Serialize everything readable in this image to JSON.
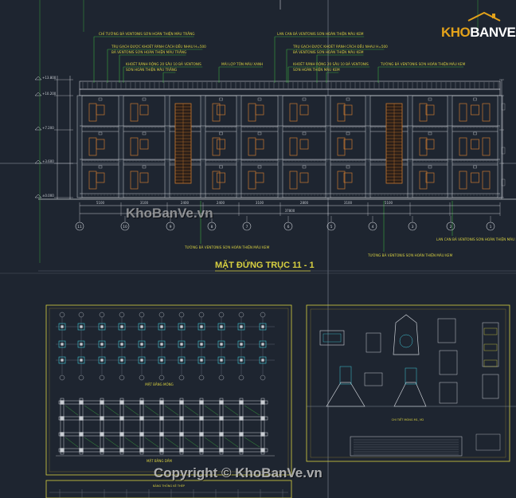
{
  "drawing": {
    "title": "MẶT ĐỨNG TRỤC 11 - 1",
    "annotations_top": [
      "CHỈ TƯỜNG BẢ VENTONIS SƠN HOÀN THIỆN MÀU TRẮNG",
      "TRỤ GẠCH ĐƯỢC KHOÉT RÃNH CÁCH ĐỀU NHAU H=500",
      "BẢ VENTONIS SƠN HOÀN THIỆN MÀU TRẮNG",
      "KHOÉT RÃNH RỘNG 20 SÂU 10 BẢ VENTONIS",
      "SƠN HOÀN THIỆN MÀU TRẮNG",
      "MÁI LỢP TÔN MÀU XANH",
      "LAN CAN BẢ VENTONIS SƠN HOÀN THIỆN MÀU KEM",
      "TRỤ GẠCH ĐƯỢC KHOÉT RÃNH CÁCH ĐỀU NHAU H=500",
      "BẢ VENTONIS SƠN HOÀN THIỆN MÀU KEM",
      "KHOÉT RÃNH RỘNG 20 SÂU 10 BẢ VENTONIS",
      "SƠN HOÀN THIỆN MÀU KEM",
      "TƯỜNG BẢ VENTONIS SƠN HOÀN THIỆN MÀU KEM"
    ],
    "annotations_bottom": [
      "TƯỜNG BẢ VENTONIS SƠN HOÀN THIỆN MÀU KEM",
      "TƯỜNG BẢ VENTONIS SƠN HOÀN THIỆN MÀU KEM",
      "LAN CAN BẢ VENTONIS SƠN HOÀN THIỆN MÀU KEM"
    ],
    "level_labels": [
      "+13.800",
      "+10.200",
      "+7.200",
      "+3.600",
      "±0.000"
    ],
    "dimensions": [
      "5100",
      "3100",
      "2400",
      "2400",
      "3100",
      "2800",
      "3100",
      "5100"
    ],
    "total_dimension": "37800",
    "axis_labels": [
      "11",
      "10",
      "9",
      "8",
      "7",
      "6",
      "5",
      "4",
      "3",
      "2",
      "1"
    ],
    "panel_titles": {
      "foundation_plan": "MẶT BẰNG MÓNG",
      "beam_plan": "MẶT BẰNG DẦM",
      "detail_sheet": "CHI TIẾT MÓNG M1, M2",
      "table_title": "BẢNG THỐNG KÊ THÉP"
    }
  },
  "watermarks": {
    "center": "KhoBanVe.vn",
    "bottom": "Copyright © KhoBanVe.vn"
  },
  "logo": {
    "kho": "KHO",
    "banve": "BANVE"
  },
  "colors": {
    "background": "#1e2530",
    "line": "#c8ccd2",
    "yellow": "#d8d040",
    "cyan": "#40c8d8",
    "green": "#40c040",
    "window": "#c87830",
    "accent": "#e3a21a"
  }
}
